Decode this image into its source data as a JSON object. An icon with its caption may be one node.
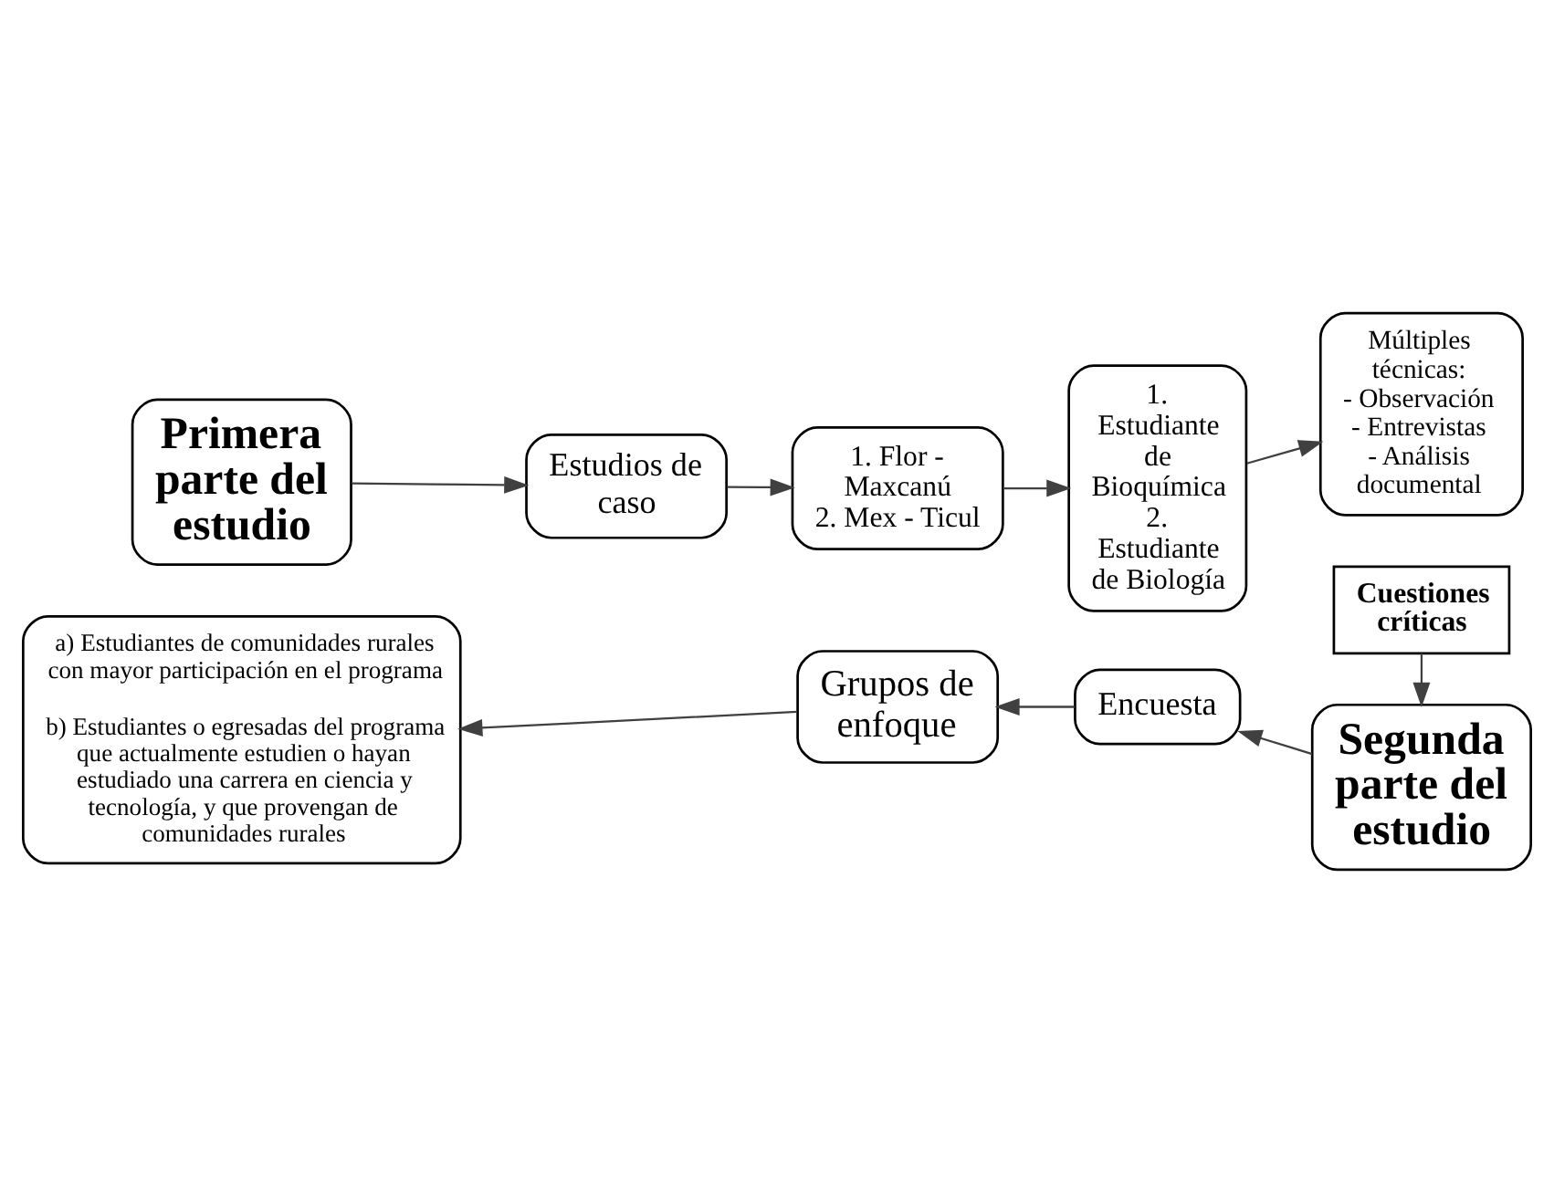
{
  "diagram": {
    "nodes": [
      {
        "text": [
          "Primera parte del estudio"
        ]
      },
      {
        "text": [
          "Estudios de caso"
        ]
      },
      {
        "text": [
          "1. Flor - Maxcanú",
          "2. Mex - Ticul"
        ]
      },
      {
        "text": [
          "1. Estudiante de Bioquímica",
          "2. Estudiante de Biología"
        ]
      },
      {
        "text": [
          "Múltiples técnicas:",
          "- Observación",
          "- Entrevistas",
          "- Análisis documental"
        ]
      },
      {
        "text": [
          "Cuestiones críticas"
        ]
      },
      {
        "text": [
          "Segunda parte del estudio"
        ]
      },
      {
        "text": [
          "Encuesta"
        ]
      },
      {
        "text": [
          "Grupos de enfoque"
        ]
      },
      {
        "text": [
          "a) Estudiantes de comunidades rurales con mayor participación en el programa",
          "b) Estudiantes o egresadas del programa que actualmente estudien o hayan estudiado una carrera en ciencia y tecnología, y que provengan de comunidades rurales"
        ]
      }
    ],
    "edges": [
      {
        "from": 0,
        "to": 1,
        "arrow": "to"
      },
      {
        "from": 1,
        "to": 2,
        "arrow": "to"
      },
      {
        "from": 2,
        "to": 3,
        "arrow": "to"
      },
      {
        "from": 3,
        "to": 4,
        "arrow": "to"
      },
      {
        "from": 5,
        "to": 6,
        "arrow": "to"
      },
      {
        "from": 6,
        "to": 7,
        "arrow": "to"
      },
      {
        "from": 7,
        "to": 8,
        "arrow": "to"
      },
      {
        "from": 8,
        "to": 9,
        "arrow": "to"
      }
    ]
  }
}
